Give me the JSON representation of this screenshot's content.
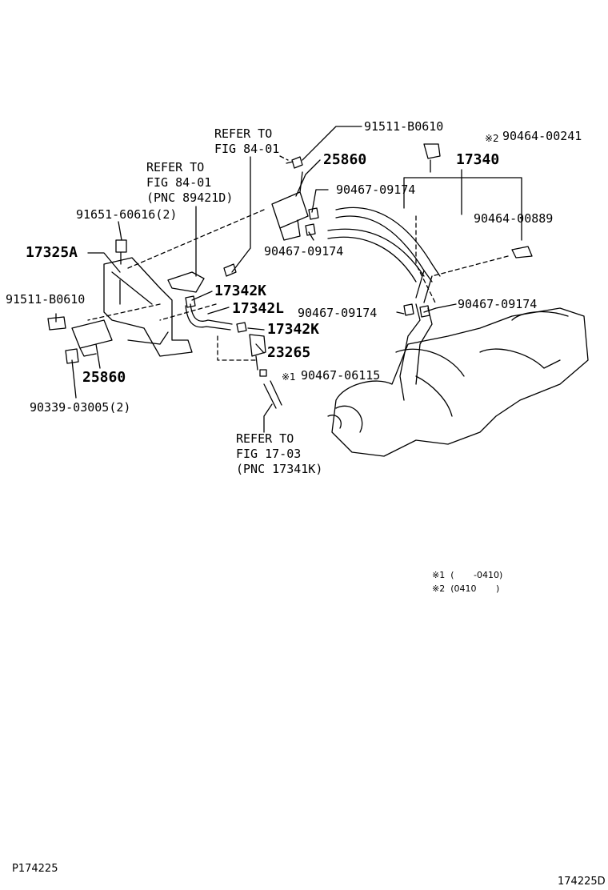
{
  "labels": {
    "p91511_top": "91511-B0610",
    "p90464_00241_mark": "※2",
    "p90464_00241": "90464-00241",
    "refer_top_1": "REFER TO",
    "refer_top_2": "FIG 84-01",
    "refer_mid_1": "REFER TO",
    "refer_mid_2": "FIG 84-01",
    "refer_mid_3": "(PNC 89421D)",
    "p25860_top": "25860",
    "p17340": "17340",
    "p90467_a": "90467-09174",
    "p91651": "91651-60616(2)",
    "p90464_00889": "90464-00889",
    "p17325A": "17325A",
    "p90467_b": "90467-09174",
    "p17342K_a": "17342K",
    "p91511_left": "91511-B0610",
    "p17342L": "17342L",
    "p90467_c": "90467-09174",
    "p90467_d": "90467-09174",
    "p17342K_b": "17342K",
    "p23265": "23265",
    "p25860_bot": "25860",
    "p90467_06115_mark": "※1",
    "p90467_06115": "90467-06115",
    "p90339": "90339-03005(2)",
    "refer_bot_1": "REFER TO",
    "refer_bot_2": "FIG 17-03",
    "refer_bot_3": "(PNC 17341K)"
  },
  "notes": {
    "n1": "※1  (       -0410)",
    "n2": "※2  (0410       )"
  },
  "footer": {
    "left": "P174225",
    "right": "174225D"
  }
}
